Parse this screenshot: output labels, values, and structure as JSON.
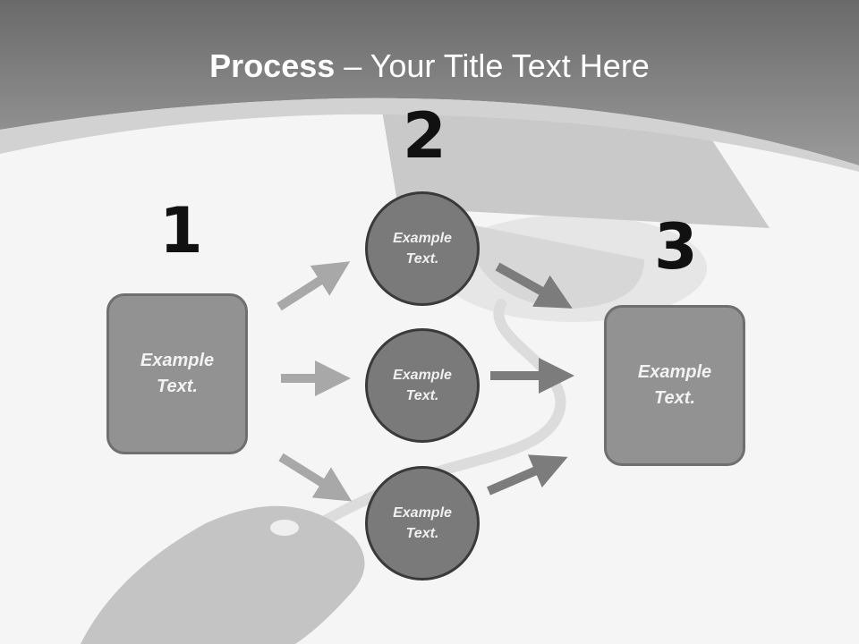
{
  "title": {
    "bold": "Process",
    "rest": " – Your Title Text Here"
  },
  "steps": [
    {
      "number": "1"
    },
    {
      "number": "2"
    },
    {
      "number": "3"
    }
  ],
  "left_box": {
    "text": "Example\nText."
  },
  "right_box": {
    "text": "Example\nText."
  },
  "circles": [
    {
      "text": "Example\nText."
    },
    {
      "text": "Example\nText."
    },
    {
      "text": "Example\nText."
    }
  ],
  "colors": {
    "banner": "#7a7a7a",
    "box_fill": "#929292",
    "circle_fill": "#7a7a7a",
    "arrow_light": "#a8a8a8",
    "arrow_dark": "#7c7c7c"
  }
}
